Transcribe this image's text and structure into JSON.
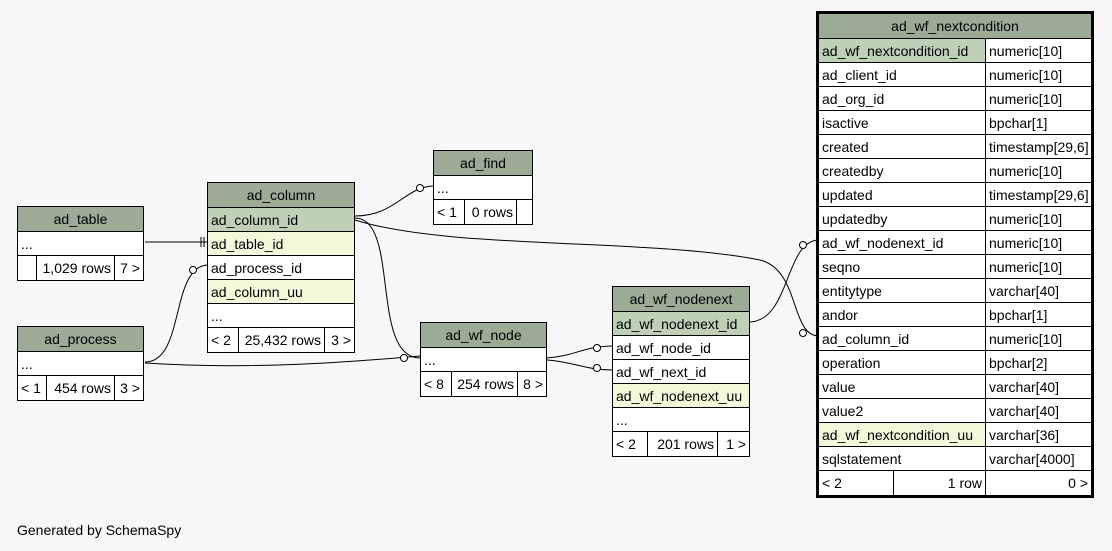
{
  "tables": {
    "ad_table": {
      "name": "ad_table",
      "rows": [
        "..."
      ],
      "footer": [
        "",
        "1,029 rows",
        "7 >"
      ]
    },
    "ad_process": {
      "name": "ad_process",
      "rows": [
        "..."
      ],
      "footer": [
        "< 1",
        "454 rows",
        "3 >"
      ]
    },
    "ad_column": {
      "name": "ad_column",
      "rows": [
        "ad_column_id",
        "ad_table_id",
        "ad_process_id",
        "ad_column_uu",
        "..."
      ],
      "footer": [
        "< 2",
        "25,432 rows",
        "3 >"
      ]
    },
    "ad_find": {
      "name": "ad_find",
      "rows": [
        "..."
      ],
      "footer": [
        "< 1",
        "0 rows",
        ""
      ]
    },
    "ad_wf_node": {
      "name": "ad_wf_node",
      "rows": [
        "..."
      ],
      "footer": [
        "< 8",
        "254 rows",
        "8 >"
      ]
    },
    "ad_wf_nodenext": {
      "name": "ad_wf_nodenext",
      "rows": [
        "ad_wf_nodenext_id",
        "ad_wf_node_id",
        "ad_wf_next_id",
        "ad_wf_nodenext_uu",
        "..."
      ],
      "footer": [
        "< 2",
        "201 rows",
        "1 >"
      ]
    },
    "ad_wf_nextcondition": {
      "name": "ad_wf_nextcondition",
      "columns": [
        {
          "name": "ad_wf_nextcondition_id",
          "type": "numeric[10]"
        },
        {
          "name": "ad_client_id",
          "type": "numeric[10]"
        },
        {
          "name": "ad_org_id",
          "type": "numeric[10]"
        },
        {
          "name": "isactive",
          "type": "bpchar[1]"
        },
        {
          "name": "created",
          "type": "timestamp[29,6]"
        },
        {
          "name": "createdby",
          "type": "numeric[10]"
        },
        {
          "name": "updated",
          "type": "timestamp[29,6]"
        },
        {
          "name": "updatedby",
          "type": "numeric[10]"
        },
        {
          "name": "ad_wf_nodenext_id",
          "type": "numeric[10]"
        },
        {
          "name": "seqno",
          "type": "numeric[10]"
        },
        {
          "name": "entitytype",
          "type": "varchar[40]"
        },
        {
          "name": "andor",
          "type": "bpchar[1]"
        },
        {
          "name": "ad_column_id",
          "type": "numeric[10]"
        },
        {
          "name": "operation",
          "type": "bpchar[2]"
        },
        {
          "name": "value",
          "type": "varchar[40]"
        },
        {
          "name": "value2",
          "type": "varchar[40]"
        },
        {
          "name": "ad_wf_nextcondition_uu",
          "type": "varchar[36]"
        },
        {
          "name": "sqlstatement",
          "type": "varchar[4000]"
        }
      ],
      "footer": [
        "< 2",
        "1 row",
        "0 >"
      ]
    }
  },
  "generated_by": "Generated by SchemaSpy",
  "colors": {
    "header": "#9bab96",
    "primary_key": "#bed1b8",
    "indexed": "#f4f7da",
    "background": "#f7f7f7"
  }
}
